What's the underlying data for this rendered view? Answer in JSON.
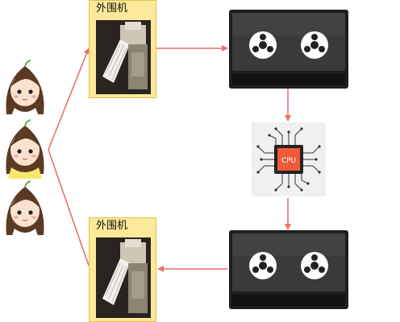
{
  "diagram": {
    "peripheral_top": {
      "label": "外围机"
    },
    "peripheral_bottom": {
      "label": "外围机"
    },
    "cpu": {
      "chip_text": "CPU"
    },
    "colors": {
      "arrow": "#ee6f6f",
      "peripheral_fill": "#fde99a",
      "peripheral_border": "#e0c24a",
      "cpu_chip": "#f05a3a",
      "deck_body": "#2b2b2b"
    }
  }
}
